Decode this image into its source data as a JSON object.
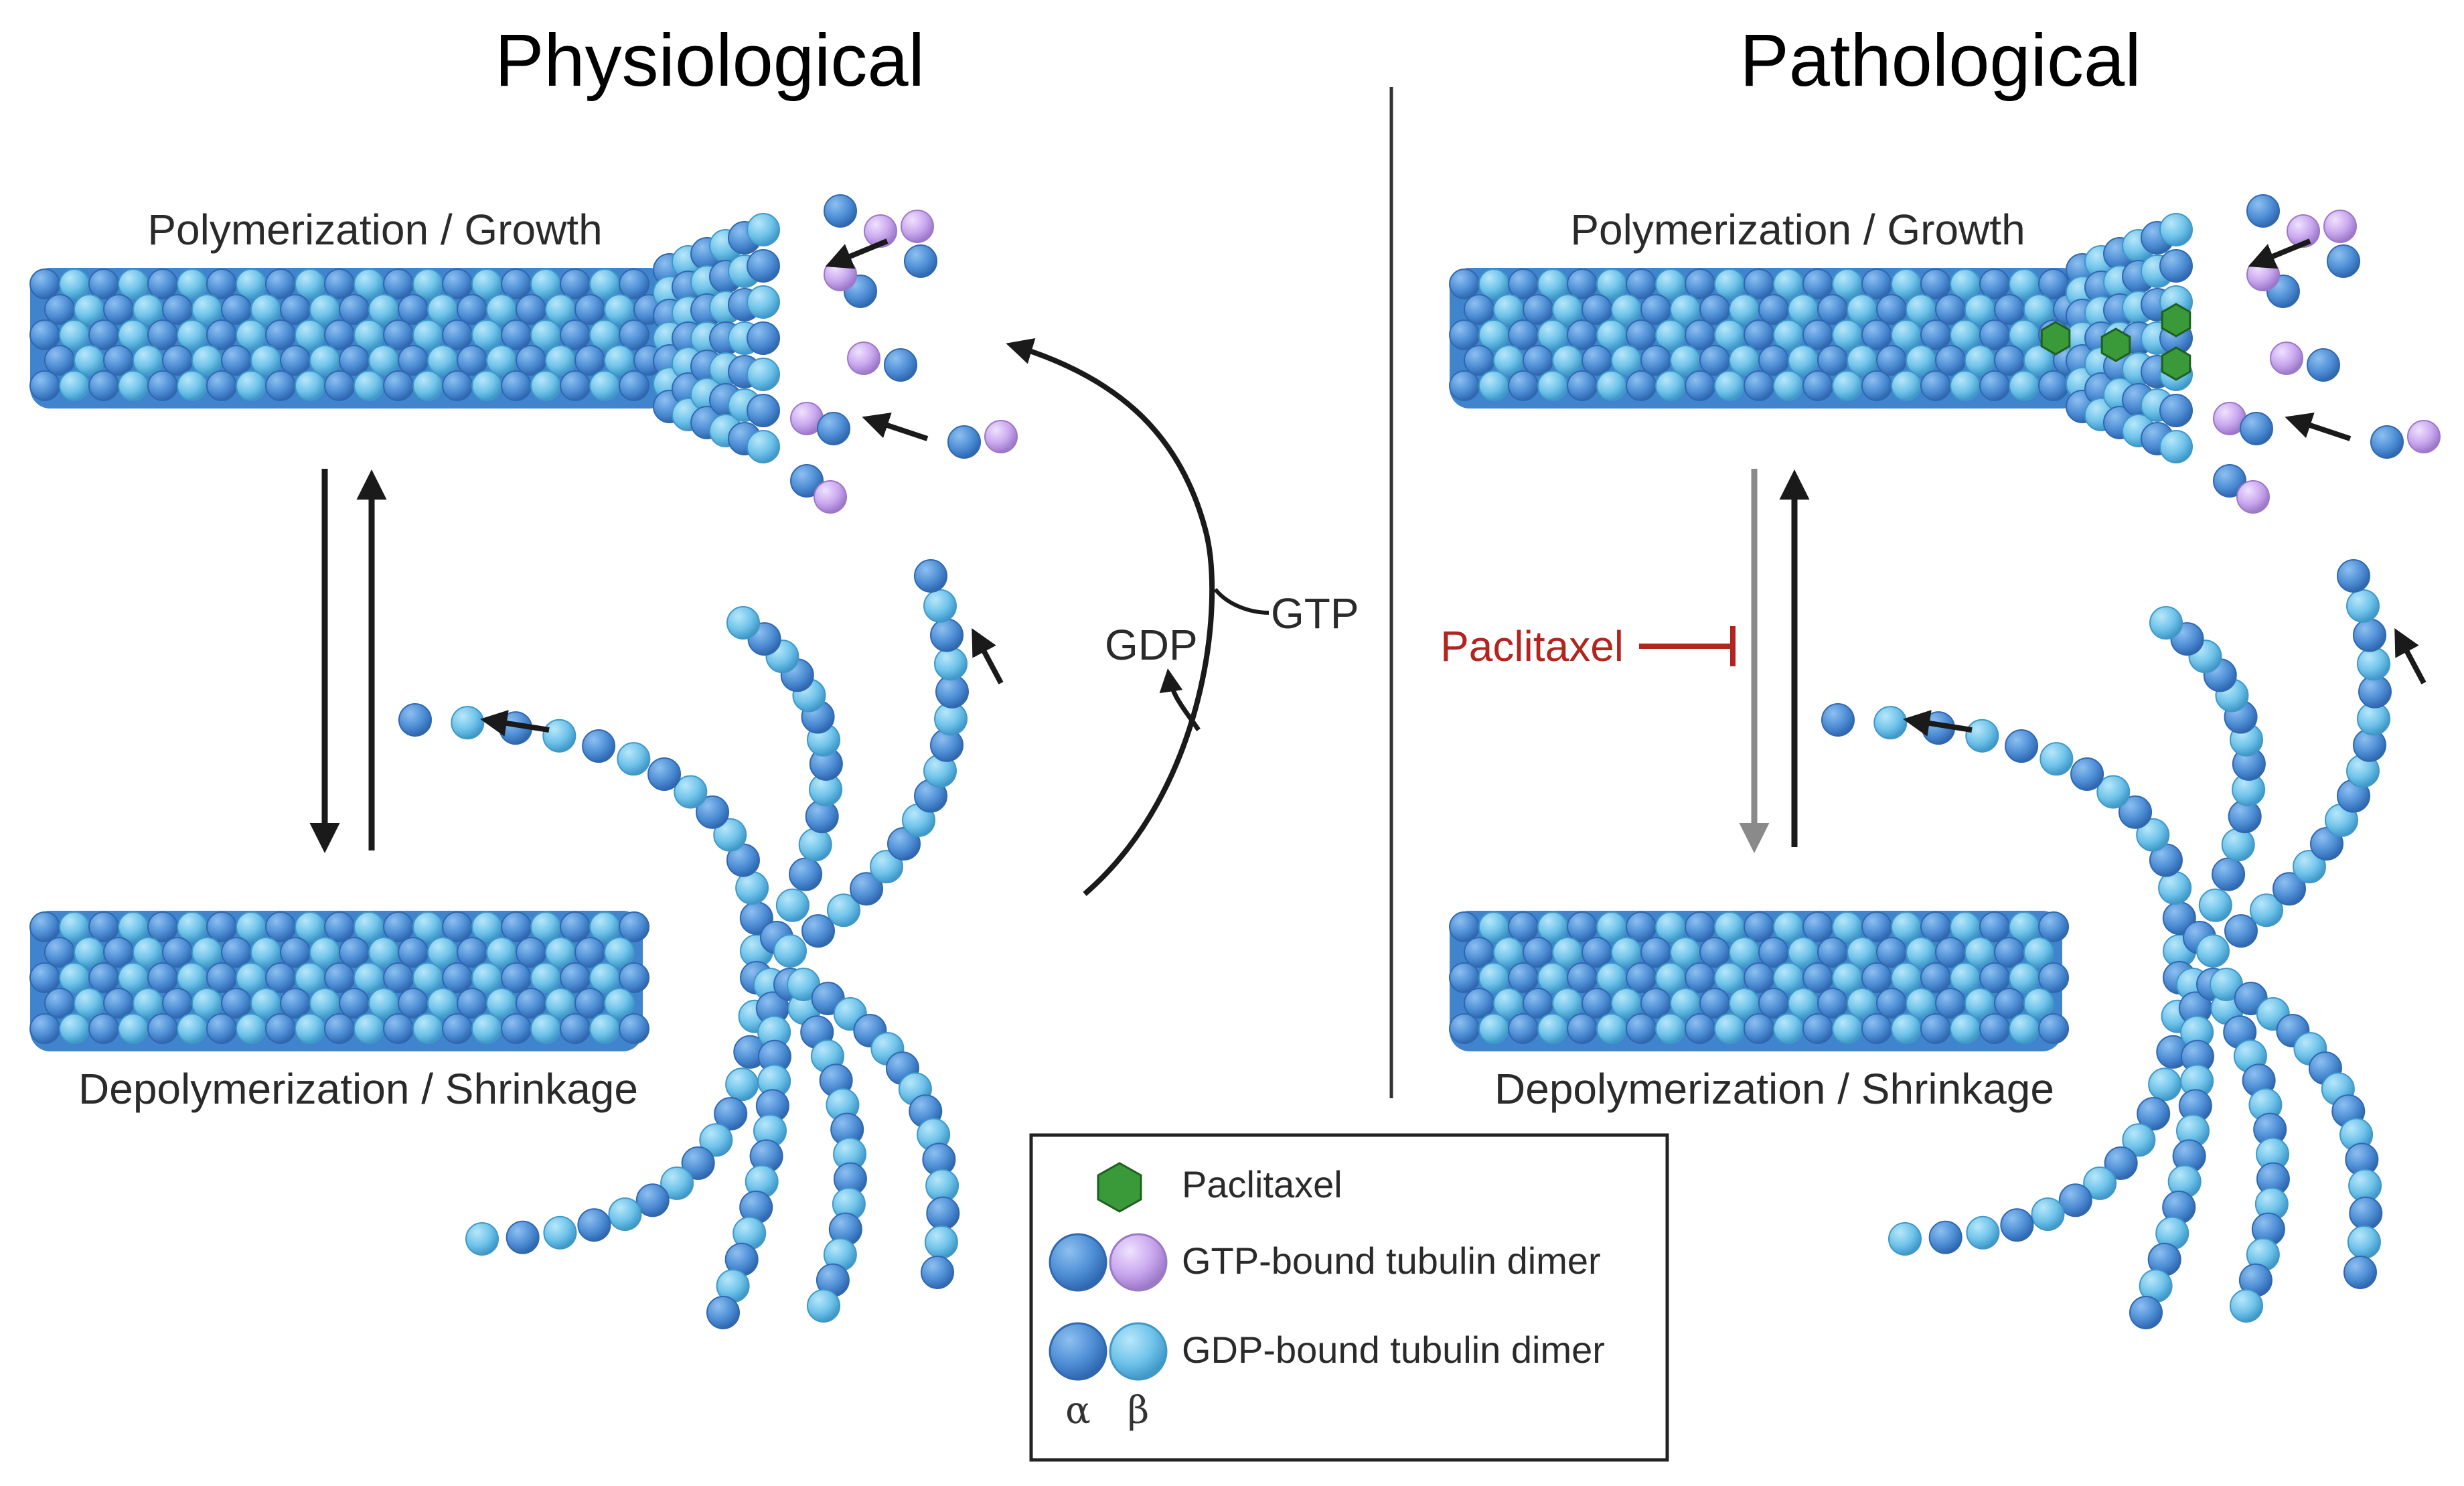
{
  "titles": {
    "left": "Physiological",
    "right": "Pathological"
  },
  "labels": {
    "polymerization": "Polymerization / Growth",
    "depolymerization": "Depolymerization / Shrinkage",
    "gtp": "GTP",
    "gdp": "GDP",
    "paclitaxel": "Paclitaxel"
  },
  "legend": {
    "paclitaxel": "Paclitaxel",
    "gtp_dimer": "GTP-bound tubulin dimer",
    "gdp_dimer": "GDP-bound tubulin dimer",
    "alpha": "α",
    "beta": "β"
  },
  "colors": {
    "alpha_tubulin": "#4f8fd6",
    "beta_gdp_tubulin": "#6fc3ea",
    "beta_gtp_tubulin": "#c9a7ee",
    "paclitaxel": "#3a9a3a",
    "inhibition": "#b3241f",
    "arrow": "#1a1a1a",
    "inhibited_arrow": "#8a8a8a"
  }
}
